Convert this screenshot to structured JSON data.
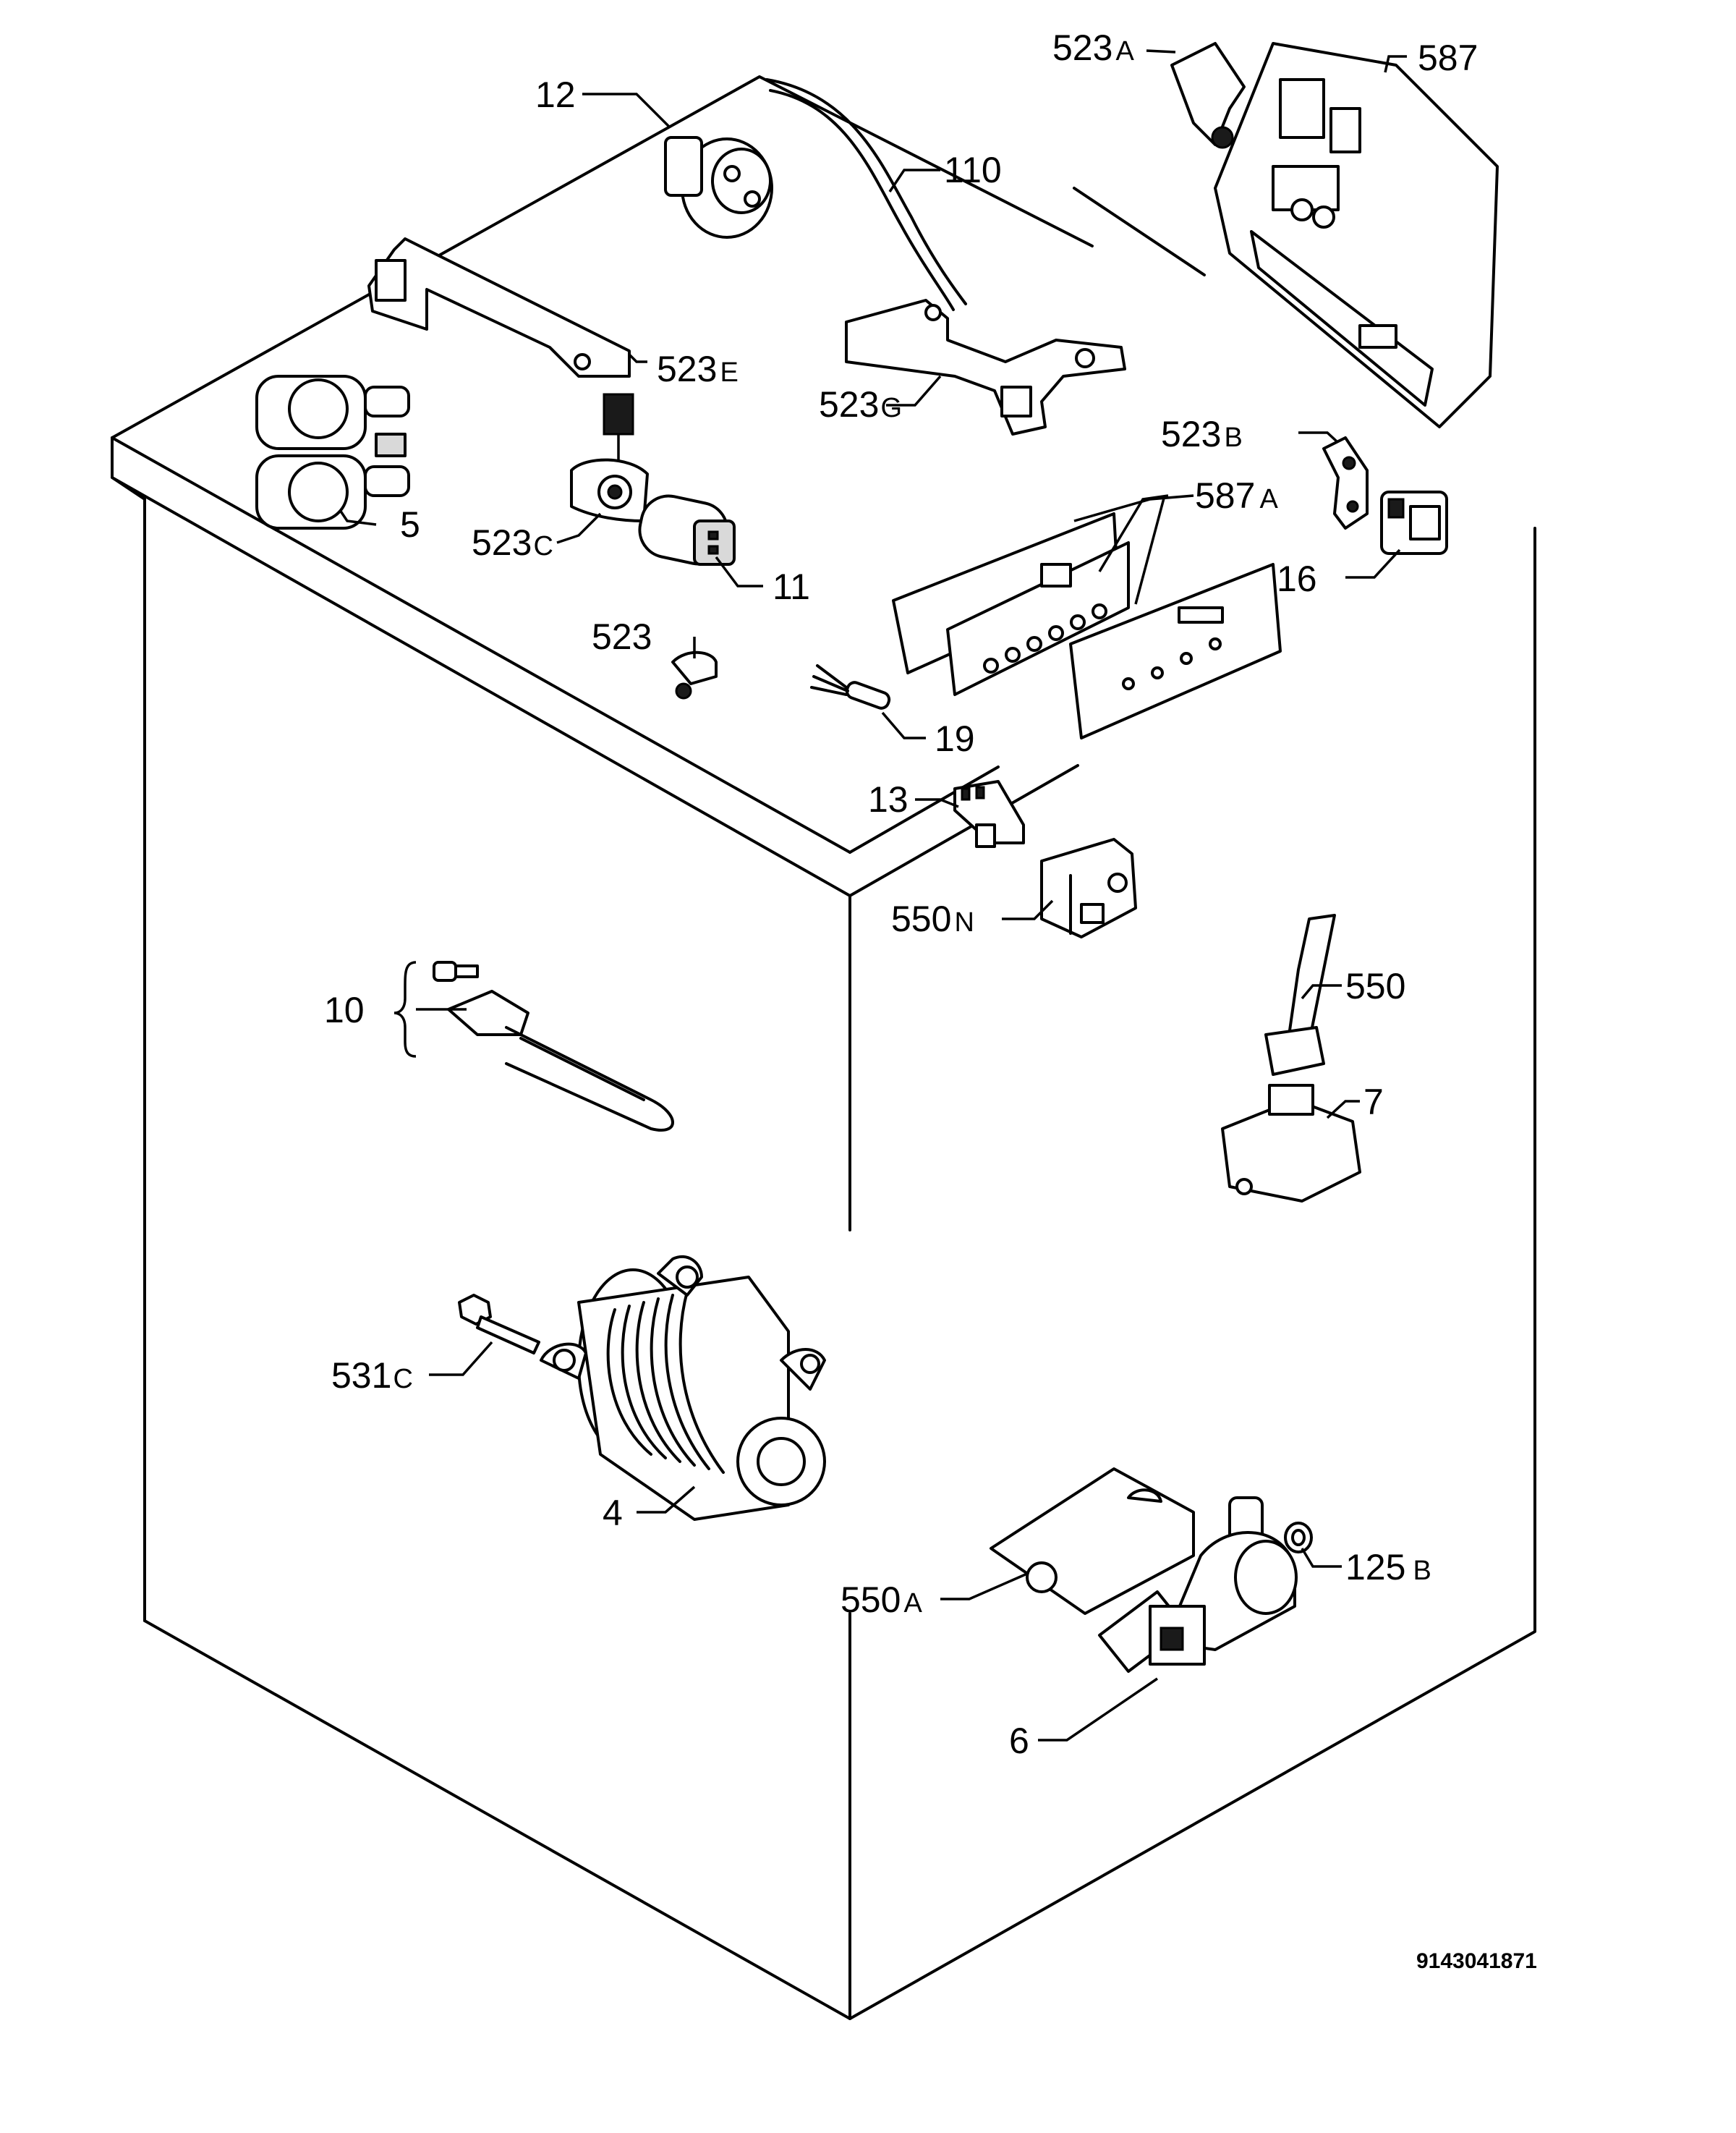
{
  "diagram": {
    "document_number": "9143041871",
    "callouts": {
      "c12": "12",
      "c110": "110",
      "c523a": {
        "num": "523",
        "suffix": "A"
      },
      "c587": "587",
      "c523e": {
        "num": "523",
        "suffix": "E"
      },
      "c523g": {
        "num": "523",
        "suffix": "G"
      },
      "c523b": {
        "num": "523",
        "suffix": "B"
      },
      "c587a": {
        "num": "587",
        "suffix": "A"
      },
      "c5": "5",
      "c523c": {
        "num": "523",
        "suffix": "C"
      },
      "c11": "11",
      "c16": "16",
      "c523": "523",
      "c19": "19",
      "c13": "13",
      "c550n": {
        "num": "550",
        "suffix": "N"
      },
      "c10": "10",
      "c550": "550",
      "c7": "7",
      "c531c": {
        "num": "531",
        "suffix": "C"
      },
      "c4": "4",
      "c125b": {
        "num": "125",
        "suffix": "B"
      },
      "c550a": {
        "num": "550",
        "suffix": "A"
      },
      "c6": "6"
    }
  }
}
